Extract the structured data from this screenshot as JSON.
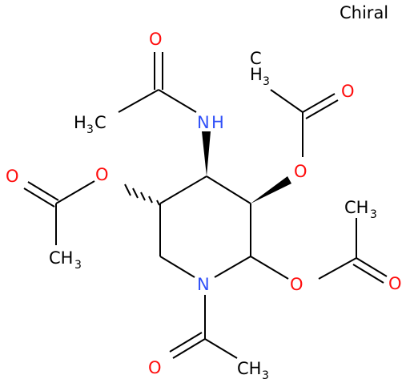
{
  "labels": {
    "chiral": "Chiral",
    "h3c_left": "H",
    "h3c_left_sub": "3",
    "h3c_left_c": "C",
    "nh_n": "N",
    "nh_h": "H",
    "o_top_carbonyl": "O",
    "ch3_top_c": "C",
    "ch3_top_h": "H",
    "ch3_top_sub": "3",
    "o_top_right_carbonyl": "O",
    "o_ester_right": "O",
    "o_ester_left": "O",
    "o_left_carbonyl": "O",
    "ch3_left_c": "CH",
    "ch3_left_sub": "3",
    "ch3_right_c": "CH",
    "ch3_right_sub": "3",
    "o_right_carbonyl": "O",
    "o_ester_lower_right": "O",
    "n_ring": "N",
    "o_bottom_carbonyl": "O",
    "ch3_bottom_c": "CH",
    "ch3_bottom_sub": "3"
  },
  "colors": {
    "oxygen": "#ff0d0d",
    "nitrogen": "#3050f8",
    "carbon": "#000000",
    "background": "#ffffff"
  }
}
